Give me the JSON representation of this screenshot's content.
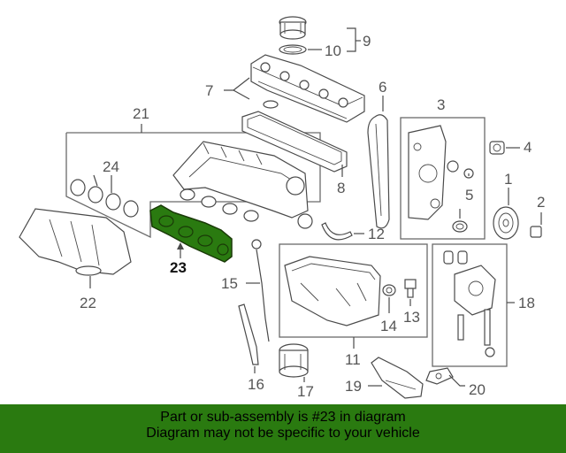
{
  "diagram": {
    "callouts": {
      "c2": "2",
      "c3": "3",
      "c4": "4",
      "c5": "5",
      "c7": "7",
      "c8": "8",
      "c9": "9",
      "c10": "10",
      "c11": "11",
      "c12": "12",
      "c13": "13",
      "c14": "14",
      "c15": "15",
      "c16": "16",
      "c17": "17",
      "c18": "18",
      "c19": "19",
      "c20": "20",
      "c21": "21",
      "c22": "22",
      "c23": "23",
      "c24": "24",
      "c1": "1"
    },
    "highlight_part": "23",
    "highlight_color": "#2a7a10"
  },
  "banner": {
    "line1": "Part or sub-assembly is #23 in diagram",
    "line2": "Diagram may not be specific to your vehicle",
    "color": "#2a7a10"
  }
}
